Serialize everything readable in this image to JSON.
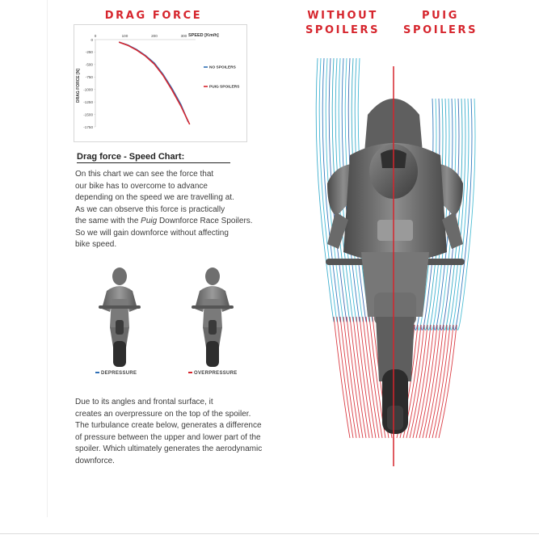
{
  "titles": {
    "drag_force": "DRAG FORCE",
    "without_line1": "WITHOUT",
    "without_line2": "SPOILERS",
    "puig_line1": "PUIG",
    "puig_line2": "SPOILERS"
  },
  "chart_data": {
    "type": "line",
    "xlabel": "SPEED [Km/h]",
    "ylabel": "DRAG FORCE [N]",
    "x_ticks": [
      "0",
      "100",
      "200",
      "300"
    ],
    "y_ticks": [
      "0",
      "-250",
      "-500",
      "-750",
      "-1000",
      "-1250",
      "-1500",
      "-1750"
    ],
    "xlim": [
      0,
      340
    ],
    "ylim": [
      -1750,
      0
    ],
    "legend_position": "right",
    "series": [
      {
        "name": "NO SPOILERS",
        "color": "#2f6fb6",
        "x": [
          80,
          110,
          140,
          170,
          200,
          230,
          260,
          290,
          315
        ],
        "y": [
          -50,
          -110,
          -200,
          -320,
          -470,
          -700,
          -980,
          -1300,
          -1650
        ]
      },
      {
        "name": "PUIG SPOILERS",
        "color": "#d6252d",
        "x": [
          80,
          110,
          140,
          170,
          200,
          230,
          260,
          290,
          320
        ],
        "y": [
          -50,
          -115,
          -210,
          -330,
          -490,
          -720,
          -1010,
          -1330,
          -1700
        ]
      }
    ]
  },
  "chart_caption": "Drag force - Speed Chart:",
  "paragraph_one": [
    "On this chart we can see the force that",
    "our bike has to overcome to advance",
    "depending on the speed we are travelling at.",
    "As we can observe this force is practically",
    "the same with the",
    "Puig",
    "Downforce Race Spoilers.",
    "So we will gain downforce without affecting",
    "bike speed."
  ],
  "legend": {
    "depressure": "DEPRESSURE",
    "overpressure": "OVERPRESSURE",
    "depressure_color": "#2f6fb6",
    "overpressure_color": "#d6252d"
  },
  "paragraph_two": [
    "Due to its angles and frontal surface, it",
    "creates an overpressure on the top of the spoiler.",
    "The turbulance create below,   generates a difference",
    "of pressure between the upper and lower part of the",
    "spoiler. Which ultimately generates the aerodynamic",
    "downforce."
  ]
}
